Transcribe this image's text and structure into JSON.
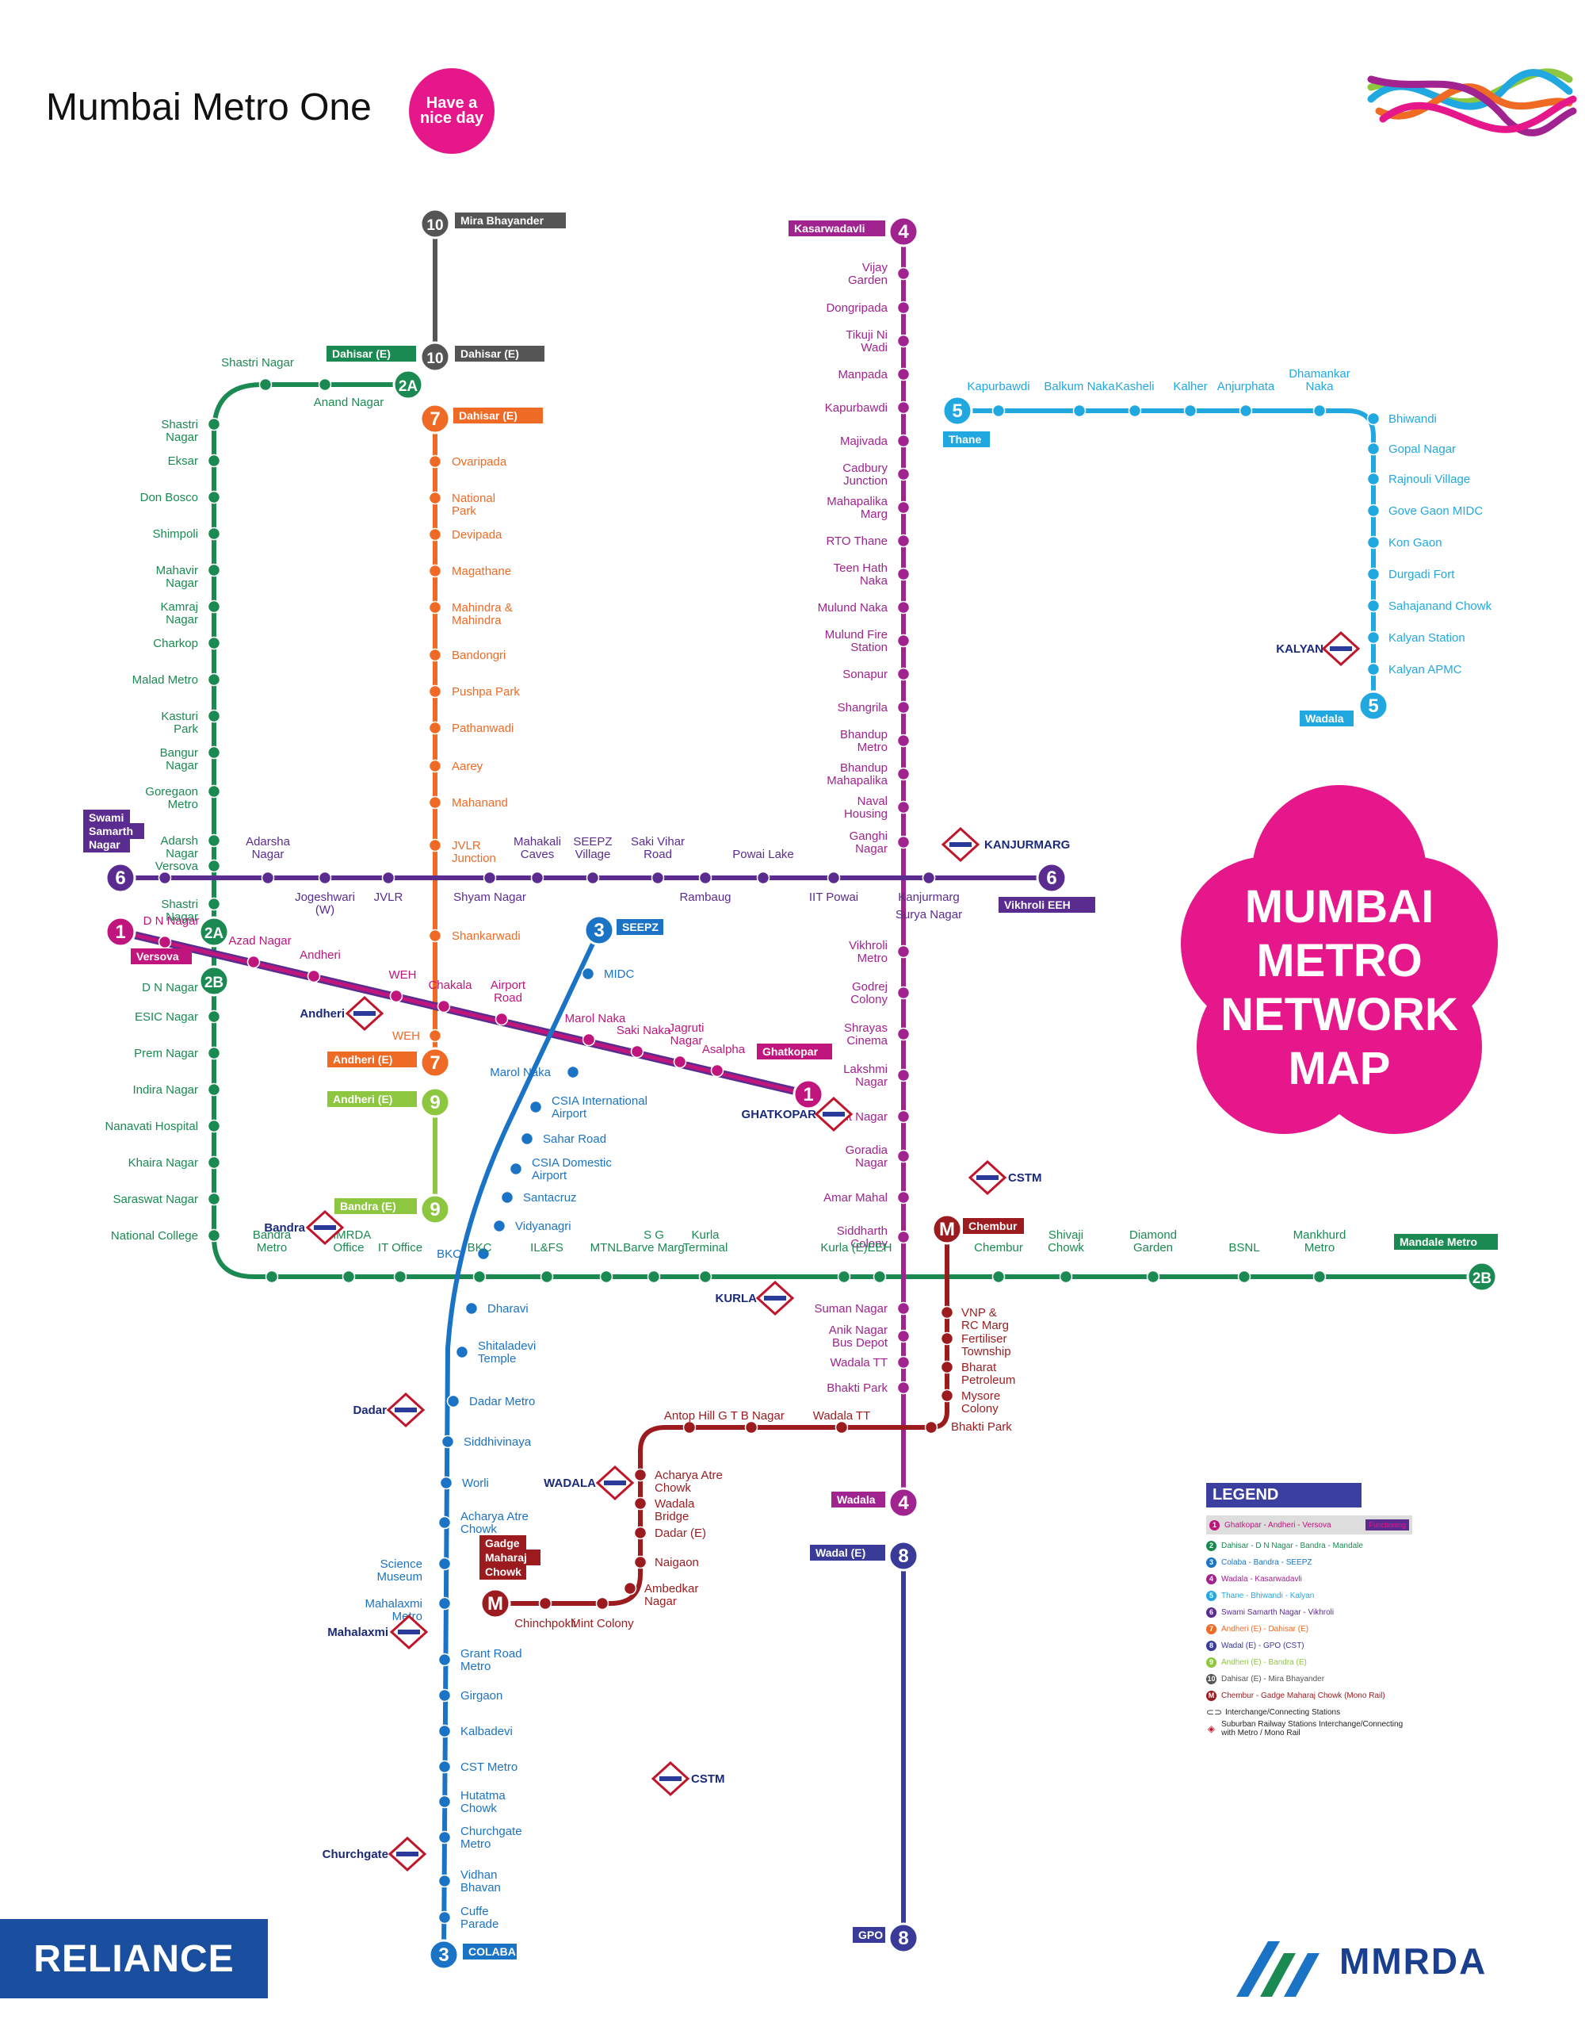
{
  "header": {
    "title": "Mumbai Metro One",
    "badge": "Have a nice day"
  },
  "poster_title": [
    "MUMBAI",
    "METRO",
    "NETWORK",
    "MAP"
  ],
  "footer": {
    "left_logo": "RELIANCE",
    "right_logo": "MMRDA"
  },
  "legend": {
    "title": "LEGEND",
    "items": [
      {
        "badge": "1",
        "color": "#c0157d",
        "text": "Ghatkopar - Andheri - Versova",
        "note": "Functioning"
      },
      {
        "badge": "2",
        "color": "#1a8a52",
        "text": "Dahisar - D N Nagar - Bandra - Mandale"
      },
      {
        "badge": "3",
        "color": "#1a73c4",
        "text": "Colaba - Bandra - SEEPZ"
      },
      {
        "badge": "4",
        "color": "#a0238f",
        "text": "Wadala - Kasarwadavli"
      },
      {
        "badge": "5",
        "color": "#22a8e0",
        "text": "Thane - Bhiwandi - Kalyan"
      },
      {
        "badge": "6",
        "color": "#5b2c8f",
        "text": "Swami Samarth Nagar - Vikhroli"
      },
      {
        "badge": "7",
        "color": "#ef6a25",
        "text": "Andheri (E) - Dahisar (E)"
      },
      {
        "badge": "8",
        "color": "#3a3b98",
        "text": "Wadal (E) - GPO (CST)"
      },
      {
        "badge": "9",
        "color": "#8dc63f",
        "text": "Andheri (E) - Bandra (E)"
      },
      {
        "badge": "10",
        "color": "#555555",
        "text": "Dahisar (E) - Mira Bhayander"
      },
      {
        "badge": "M",
        "color": "#9b1b1f",
        "text": "Chembur - Gadge Maharaj Chowk (Mono Rail)"
      },
      {
        "symbol": "link",
        "text": "Interchange/Connecting Stations"
      },
      {
        "symbol": "rail",
        "text": "Suburban Railway Stations Interchange/Connecting with Metro / Mono Rail"
      }
    ]
  },
  "lines": [
    {
      "id": "1",
      "color": "#c0157d",
      "terminals": [
        "Versova",
        "Ghatkopar"
      ],
      "stations": [
        "D N Nagar",
        "Azad Nagar",
        "Andheri",
        "WEH",
        "Chakala",
        "Airport Road",
        "Marol Naka",
        "Saki Naka",
        "Jagruti Nagar",
        "Asalpha"
      ]
    },
    {
      "id": "2A",
      "color": "#1a8a52",
      "terminals": [
        "Dahisar (E)",
        "D N Nagar"
      ],
      "stations": [
        "Anand Nagar",
        "Shastri Nagar",
        "Shastri Nagar",
        "Eksar",
        "Don Bosco",
        "Shimpoli",
        "Mahavir Nagar",
        "Kamraj Nagar",
        "Charkop",
        "Malad Metro",
        "Kasturi Park",
        "Bangur Nagar",
        "Goregaon Metro",
        "Adarsh Nagar",
        "Versova",
        "Shastri Nagar"
      ]
    },
    {
      "id": "2B",
      "color": "#1a8a52",
      "terminals": [
        "D N Nagar",
        "Mandale Metro"
      ],
      "stations": [
        "ESIC Nagar",
        "Prem Nagar",
        "Indira Nagar",
        "Nanavati Hospital",
        "Khaira Nagar",
        "Saraswat Nagar",
        "National College",
        "Bandra Metro",
        "MMRDA Office",
        "IT Office",
        "BKC",
        "IL&FS",
        "MTNL",
        "S G Barve Marg",
        "Kurla Terminal",
        "Kurla (E)",
        "EEH",
        "Chembur",
        "Shivaji Chowk",
        "Diamond Garden",
        "BSNL",
        "Mankhurd Metro"
      ]
    },
    {
      "id": "3",
      "color": "#1a73c4",
      "terminals": [
        "SEEPZ",
        "COLABA"
      ],
      "stations": [
        "MIDC",
        "Marol Naka",
        "CSIA International Airport",
        "Sahar Road",
        "CSIA Domestic Airport",
        "Santacruz",
        "Vidyanagri",
        "BKC",
        "Dharavi",
        "Shitaladevi Temple",
        "Dadar Metro",
        "Siddhivinaya",
        "Worli",
        "Acharya Atre Chowk",
        "Science Museum",
        "Mahalaxmi Metro",
        "Grant Road Metro",
        "Girgaon",
        "Kalbadevi",
        "CST Metro",
        "Hutatma Chowk",
        "Churchgate Metro",
        "Vidhan Bhavan",
        "Cuffe Parade"
      ]
    },
    {
      "id": "4",
      "color": "#a0238f",
      "terminals": [
        "Kasarwadavli",
        "Wadala"
      ],
      "stations": [
        "Vijay Garden",
        "Dongripada",
        "Tikuji Ni Wadi",
        "Manpada",
        "Kapurbawdi",
        "Majivada",
        "Cadbury Junction",
        "Mahapalika Marg",
        "RTO Thane",
        "Teen Hath Naka",
        "Mulund Naka",
        "Mulund Fire Station",
        "Sonapur",
        "Shangrila",
        "Bhandup Metro",
        "Bhandup Mahapalika",
        "Naval Housing",
        "Ganghi Nagar",
        "Vikhroli Metro",
        "Godrej Colony",
        "Shrayas Cinema",
        "Lakshmi Nagar",
        "Pant Nagar",
        "Goradia Nagar",
        "Amar Mahal",
        "Siddharth Colony",
        "Suman Nagar",
        "Anik Nagar Bus Depot",
        "Wadala TT",
        "Bhakti Park"
      ]
    },
    {
      "id": "5",
      "color": "#22a8e0",
      "terminals": [
        "Thane",
        "Wadala"
      ],
      "stations": [
        "Kapurbawdi",
        "Balkum Naka",
        "Kasheli",
        "Kalher",
        "Anjurphata",
        "Dhamankar Naka",
        "Bhiwandi",
        "Gopal Nagar",
        "Rajnouli Village",
        "Gove Gaon MIDC",
        "Kon Gaon",
        "Durgadi Fort",
        "Sahajanand Chowk",
        "Kalyan Station",
        "Kalyan APMC"
      ]
    },
    {
      "id": "6",
      "color": "#5b2c8f",
      "terminals": [
        "Swami Samarth Nagar",
        "Vikhroli EEH"
      ],
      "stations": [
        "Adarsha Nagar",
        "Jogeshwari (W)",
        "JVLR",
        "Shyam Nagar",
        "Mahakali Caves",
        "SEEPZ Village",
        "Saki Vihar Road",
        "Rambaug",
        "Powai Lake",
        "IIT Powai",
        "Kanjurmarg",
        "Surya Nagar"
      ]
    },
    {
      "id": "7",
      "color": "#ef6a25",
      "terminals": [
        "Dahisar (E)",
        "Andheri (E)"
      ],
      "stations": [
        "Ovaripada",
        "National Park",
        "Devipada",
        "Magathane",
        "Mahindra & Mahindra",
        "Bandongri",
        "Pushpa Park",
        "Pathanwadi",
        "Aarey",
        "Mahanand",
        "JVLR Junction",
        "Shankarwadi",
        "WEH"
      ]
    },
    {
      "id": "8",
      "color": "#3a3b98",
      "terminals": [
        "Wadal (E)",
        "GPO"
      ],
      "stations": []
    },
    {
      "id": "9",
      "color": "#8dc63f",
      "terminals": [
        "Andheri (E)",
        "Bandra (E)"
      ],
      "stations": []
    },
    {
      "id": "10",
      "color": "#555555",
      "terminals": [
        "Mira Bhayander",
        "Dahisar (E)"
      ],
      "stations": []
    },
    {
      "id": "M",
      "color": "#9b1b1f",
      "terminals": [
        "Chembur",
        "Gadge Maharaj Chowk"
      ],
      "stations": [
        "VNP & RC Marg",
        "Fertiliser Township",
        "Bharat Petroleum",
        "Mysore Colony",
        "Bhakti Park",
        "Wadala TT",
        "G T B Nagar",
        "Antop Hill",
        "Acharya Atre Chowk",
        "Wadala Bridge",
        "Dadar (E)",
        "Naigaon",
        "Ambedkar Nagar",
        "Mint Colony",
        "Chinchpokli"
      ]
    }
  ],
  "railway_stations": [
    "KANJURMARG",
    "KALYAN",
    "Andheri",
    "GHATKOPAR",
    "CSTM",
    "Bandra",
    "KURLA",
    "Dadar",
    "WADALA",
    "Mahalaxmi",
    "CSTM",
    "Churchgate"
  ]
}
